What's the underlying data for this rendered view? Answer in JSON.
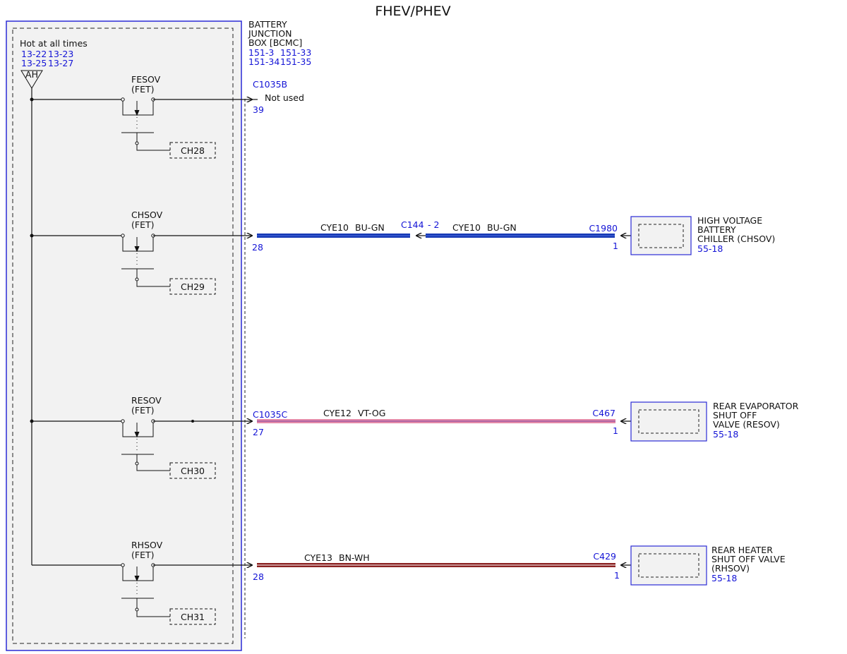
{
  "title": "FHEV/PHEV",
  "colors": {
    "module_border": "#2b2bd6",
    "ref_text": "#1414d6",
    "wire_bu_gn": "#1638b4",
    "wire_vt_og": "#e58aa8",
    "wire_bn_wh": "#8b2222",
    "module_fill": "#f2f2f2"
  },
  "bjb": {
    "name_lines": [
      "BATTERY",
      "JUNCTION",
      "BOX [BCMC]"
    ],
    "refs": [
      "151-3",
      "151-33",
      "151-34",
      "151-35"
    ],
    "hot_label": "Hot at all times",
    "hot_refs": [
      "13-22",
      "13-23",
      "13-25",
      "13-27"
    ],
    "fuse_tag": "AH"
  },
  "channels": [
    {
      "name": "FESOV",
      "type": "(FET)",
      "ch": "CH28"
    },
    {
      "name": "CHSOV",
      "type": "(FET)",
      "ch": "CH29"
    },
    {
      "name": "RESOV",
      "type": "(FET)",
      "ch": "CH30"
    },
    {
      "name": "RHSOV",
      "type": "(FET)",
      "ch": "CH31"
    }
  ],
  "connectors": {
    "c1035b": "C1035B",
    "c1035c": "C1035C",
    "pin_39": "39",
    "pin_28a": "28",
    "pin_27": "27",
    "pin_28b": "28",
    "not_used": "Not used"
  },
  "wires": {
    "chsov_left": {
      "circuit": "CYE10",
      "color": "BU-GN"
    },
    "inline": {
      "connector": "C144",
      "pin": "- 2"
    },
    "chsov_right": {
      "circuit": "CYE10",
      "color": "BU-GN"
    },
    "resov": {
      "circuit": "CYE12",
      "color": "VT-OG"
    },
    "rhsov": {
      "circuit": "CYE13",
      "color": "BN-WH"
    }
  },
  "components": [
    {
      "connector": "C1980",
      "pin": "1",
      "lines": [
        "HIGH VOLTAGE",
        "BATTERY",
        "CHILLER (CHSOV)"
      ],
      "ref": "55-18"
    },
    {
      "connector": "C467",
      "pin": "1",
      "lines": [
        "REAR EVAPORATOR",
        "SHUT OFF",
        "VALVE (RESOV)"
      ],
      "ref": "55-18"
    },
    {
      "connector": "C429",
      "pin": "1",
      "lines": [
        "REAR HEATER",
        "SHUT OFF VALVE",
        "(RHSOV)"
      ],
      "ref": "55-18"
    }
  ]
}
